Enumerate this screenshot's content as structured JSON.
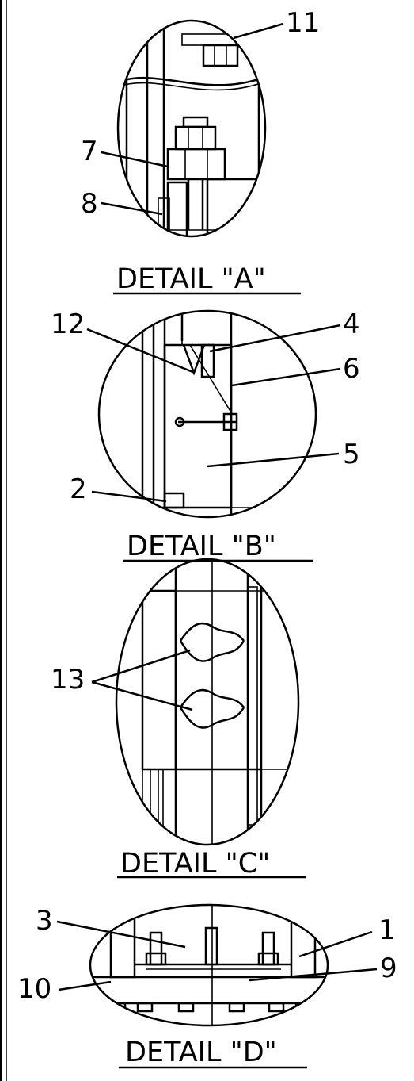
{
  "details": [
    {
      "id": "A",
      "title": "DETAIL  \"A\"",
      "callouts": [
        "11",
        "7",
        "8"
      ]
    },
    {
      "id": "B",
      "title": "DETAIL  \"B\"",
      "callouts": [
        "12",
        "4",
        "6",
        "5",
        "2"
      ]
    },
    {
      "id": "C",
      "title": "DETAIL  \"C\"",
      "callouts": [
        "13"
      ]
    },
    {
      "id": "D",
      "title": "DETAIL  \"D\"",
      "callouts": [
        "3",
        "1",
        "10",
        "9"
      ]
    }
  ]
}
